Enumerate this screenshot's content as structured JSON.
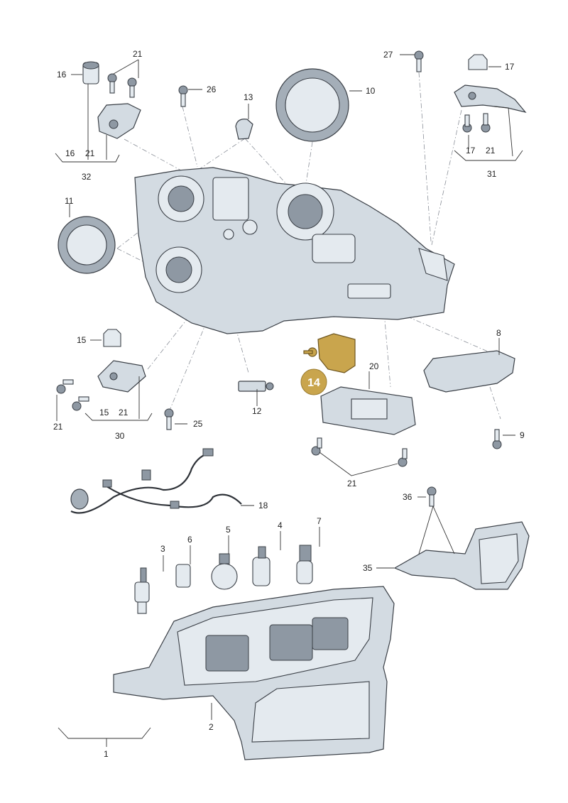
{
  "diagram": {
    "callouts": [
      {
        "id": "c16",
        "text": "16"
      },
      {
        "id": "c21a",
        "text": "21"
      },
      {
        "id": "c26",
        "text": "26"
      },
      {
        "id": "c13",
        "text": "13"
      },
      {
        "id": "c10",
        "text": "10"
      },
      {
        "id": "c27",
        "text": "27"
      },
      {
        "id": "c17",
        "text": "17"
      },
      {
        "id": "g32a",
        "text": "16"
      },
      {
        "id": "g32b",
        "text": "21"
      },
      {
        "id": "g32",
        "text": "32"
      },
      {
        "id": "g31a",
        "text": "17"
      },
      {
        "id": "g31b",
        "text": "21"
      },
      {
        "id": "g31",
        "text": "31"
      },
      {
        "id": "c11",
        "text": "11"
      },
      {
        "id": "c15",
        "text": "15"
      },
      {
        "id": "c8",
        "text": "8"
      },
      {
        "id": "c20",
        "text": "20"
      },
      {
        "id": "c21b",
        "text": "21"
      },
      {
        "id": "g30a",
        "text": "15"
      },
      {
        "id": "g30b",
        "text": "21"
      },
      {
        "id": "g30",
        "text": "30"
      },
      {
        "id": "c12",
        "text": "12"
      },
      {
        "id": "c25",
        "text": "25"
      },
      {
        "id": "c9",
        "text": "9"
      },
      {
        "id": "c21c",
        "text": "21"
      },
      {
        "id": "c18",
        "text": "18"
      },
      {
        "id": "c36",
        "text": "36"
      },
      {
        "id": "c3",
        "text": "3"
      },
      {
        "id": "c6",
        "text": "6"
      },
      {
        "id": "c5",
        "text": "5"
      },
      {
        "id": "c4",
        "text": "4"
      },
      {
        "id": "c7",
        "text": "7"
      },
      {
        "id": "c35",
        "text": "35"
      },
      {
        "id": "c2",
        "text": "2"
      },
      {
        "id": "c1",
        "text": "1"
      }
    ],
    "highlight": {
      "text": "14",
      "color": "#c9a54d"
    }
  }
}
